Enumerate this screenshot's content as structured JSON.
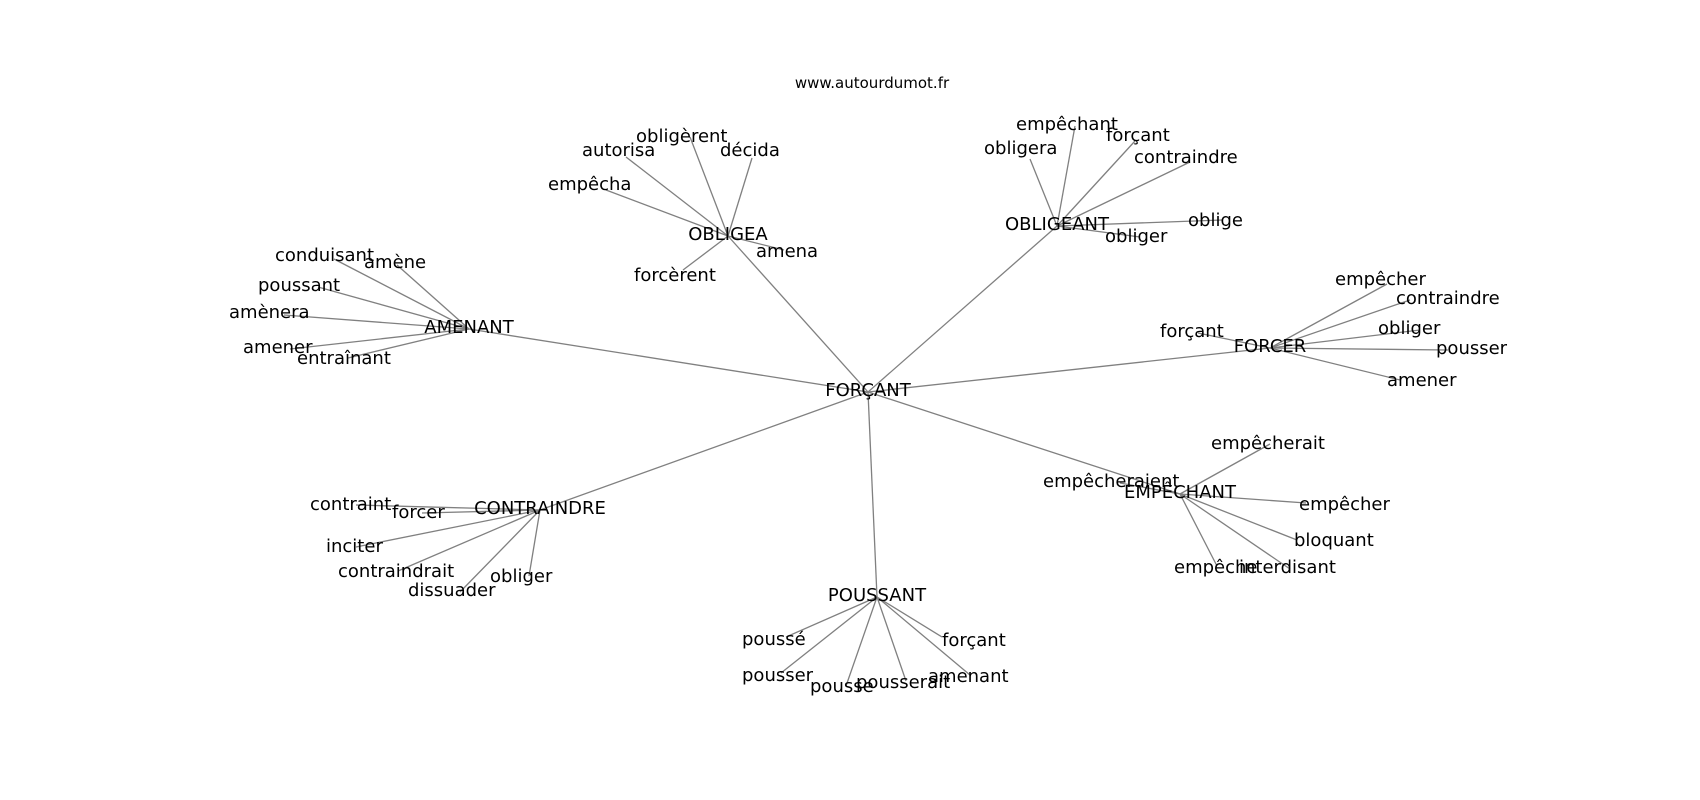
{
  "source_label": "www.autourdumot.fr",
  "colors": {
    "edge": "#808080",
    "text": "#000000",
    "background": "#ffffff"
  },
  "graph": {
    "center": "FORÇANT",
    "clusters": [
      {
        "label": "OBLIGEA",
        "words": [
          "empêcha",
          "autorisa",
          "obligèrent",
          "décida",
          "amena",
          "forcèrent"
        ]
      },
      {
        "label": "OBLIGEANT",
        "words": [
          "obligera",
          "empêchant",
          "forçant",
          "contraindre",
          "oblige",
          "obliger"
        ]
      },
      {
        "label": "AMENANT",
        "words": [
          "conduisant",
          "amène",
          "poussant",
          "amènera",
          "amener",
          "entraînant"
        ]
      },
      {
        "label": "FORCER",
        "words": [
          "forçant",
          "empêcher",
          "contraindre",
          "obliger",
          "pousser",
          "amener"
        ]
      },
      {
        "label": "CONTRAINDRE",
        "words": [
          "contraint",
          "forcer",
          "inciter",
          "contraindrait",
          "dissuader",
          "obliger"
        ]
      },
      {
        "label": "EMPÊCHANT",
        "words": [
          "empêcheraient",
          "empêcherait",
          "empêcher",
          "bloquant",
          "interdisant",
          "empêche"
        ]
      },
      {
        "label": "POUSSANT",
        "words": [
          "poussé",
          "pousser",
          "pousse",
          "pousserait",
          "amenant",
          "forçant"
        ]
      }
    ]
  }
}
